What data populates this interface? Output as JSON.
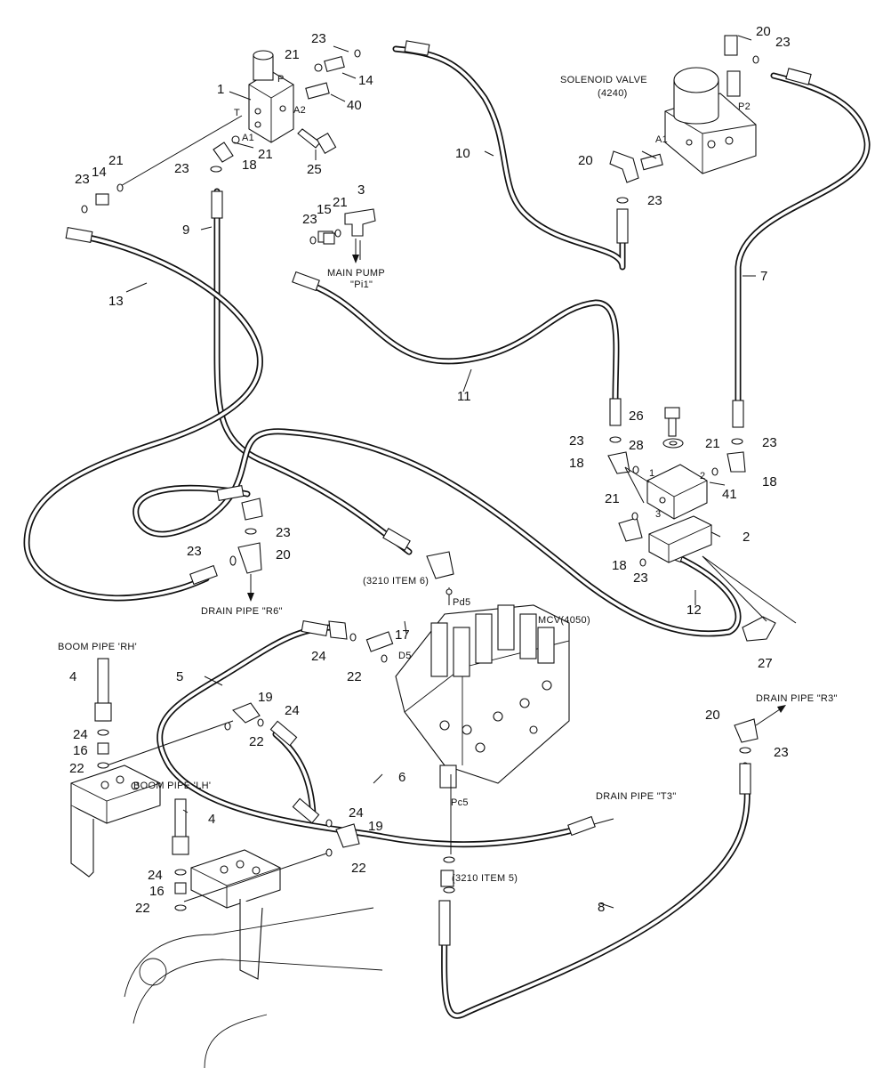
{
  "callouts": {
    "c1": "1",
    "c2": "2",
    "c3": "3",
    "c4a": "4",
    "c4b": "4",
    "c5": "5",
    "c6": "6",
    "c7": "7",
    "c8": "8",
    "c9": "9",
    "c10": "10",
    "c11": "11",
    "c12": "12",
    "c13": "13",
    "c14a": "14",
    "c14b": "14",
    "c15": "15",
    "c16a": "16",
    "c16b": "16",
    "c17": "17",
    "c18a": "18",
    "c18b": "18",
    "c18c": "18",
    "c18d": "18",
    "c19a": "19",
    "c19b": "19",
    "c20a": "20",
    "c20b": "20",
    "c20c": "20",
    "c20d": "20",
    "c21a": "21",
    "c21b": "21",
    "c21c": "21",
    "c21d": "21",
    "c21e": "21",
    "c21f": "21",
    "c22a": "22",
    "c22b": "22",
    "c22c": "22",
    "c22d": "22",
    "c22e": "22",
    "c23a": "23",
    "c23b": "23",
    "c23c": "23",
    "c23d": "23",
    "c23e": "23",
    "c23f": "23",
    "c23g": "23",
    "c23h": "23",
    "c23i": "23",
    "c23j": "23",
    "c23k": "23",
    "c23l": "23",
    "c24a": "24",
    "c24b": "24",
    "c24c": "24",
    "c24d": "24",
    "c25": "25",
    "c26": "26",
    "c27": "27",
    "c28": "28",
    "c40": "40",
    "c41": "41"
  },
  "labels": {
    "solenoid_line1": "SOLENOID VALVE",
    "solenoid_line2": "(4240)",
    "main_pump_line1": "MAIN PUMP",
    "main_pump_line2": "\"Pi1\"",
    "drain_r6": "DRAIN PIPE \"R6\"",
    "drain_r3": "DRAIN PIPE \"R3\"",
    "drain_t3": "DRAIN PIPE \"T3\"",
    "item6": "(3210 ITEM 6)",
    "item5": "(3210 ITEM 5)",
    "mcv": "MCV(4050)",
    "boom_rh": "BOOM PIPE 'RH'",
    "boom_lh": "BOOM PIPE 'LH'"
  },
  "ports": {
    "p": "P",
    "t": "T",
    "a1": "A1",
    "a2": "A2",
    "sv_a1": "A1",
    "sv_p2": "P2",
    "pd5": "Pd5",
    "d5": "D5",
    "pc5": "Pc5",
    "blk1": "1",
    "blk2": "2",
    "blk3": "3"
  }
}
